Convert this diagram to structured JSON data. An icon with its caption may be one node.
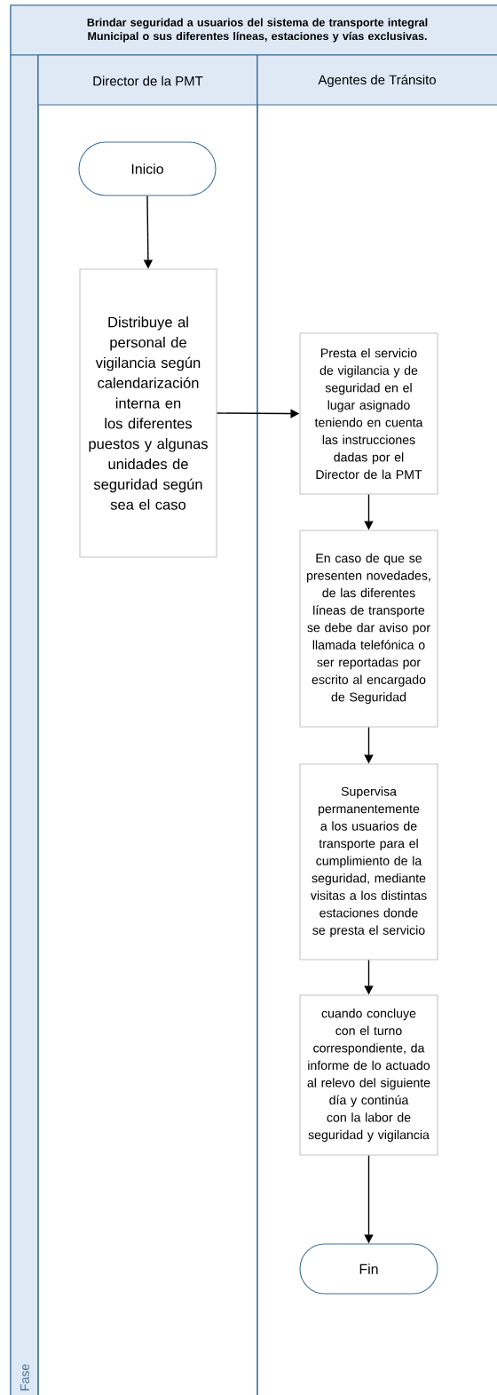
{
  "diagram": {
    "title": "Brindar seguridad a usuarios del sistema de transporte integral Municipal o sus diferentes líneas, estaciones y vías exclusivas.",
    "nodes": [
      {
        "text": [
          "Director de la PMT"
        ]
      },
      {
        "text": [
          "Agentes de Tránsito"
        ]
      },
      {
        "text": [
          "Fase"
        ]
      },
      {
        "text": [
          "Inicio"
        ],
        "in": 0
      },
      {
        "text": [
          "Distribuye al personal de vigilancia según calendarización interna en los diferentes puestos y algunas unidades de seguridad según sea el caso"
        ],
        "in": 0
      },
      {
        "text": [
          "Presta el servicio de vigilancia y de seguridad en el lugar asignado teniendo en cuenta las instrucciones dadas por el Director de la PMT"
        ],
        "in": 1
      },
      {
        "text": [
          "En caso de que se presenten novedades, de las diferentes líneas de transporte se debe dar aviso por llamada telefónica o ser reportadas por escrito al encargado de Seguridad"
        ],
        "in": 1
      },
      {
        "text": [
          "Supervisa permanentemente a los usuarios de transporte para el cumplimiento de la seguridad, mediante visitas a los distintas estaciones donde se presta el servicio"
        ],
        "in": 1
      },
      {
        "text": [
          "cuando concluye con el turno correspondiente, da informe de lo actuado al relevo del siguiente día y continúa con la labor de seguridad y vigilancia"
        ],
        "in": 1
      },
      {
        "text": [
          "Fin"
        ],
        "in": 1
      }
    ],
    "edges": [
      {
        "from": 3,
        "to": 4,
        "arrow": "to"
      },
      {
        "from": 4,
        "to": 5,
        "arrow": "to"
      },
      {
        "from": 5,
        "to": 6,
        "arrow": "to"
      },
      {
        "from": 6,
        "to": 7,
        "arrow": "to"
      },
      {
        "from": 7,
        "to": 8,
        "arrow": "to"
      },
      {
        "from": 8,
        "to": 9,
        "arrow": "to"
      }
    ]
  }
}
